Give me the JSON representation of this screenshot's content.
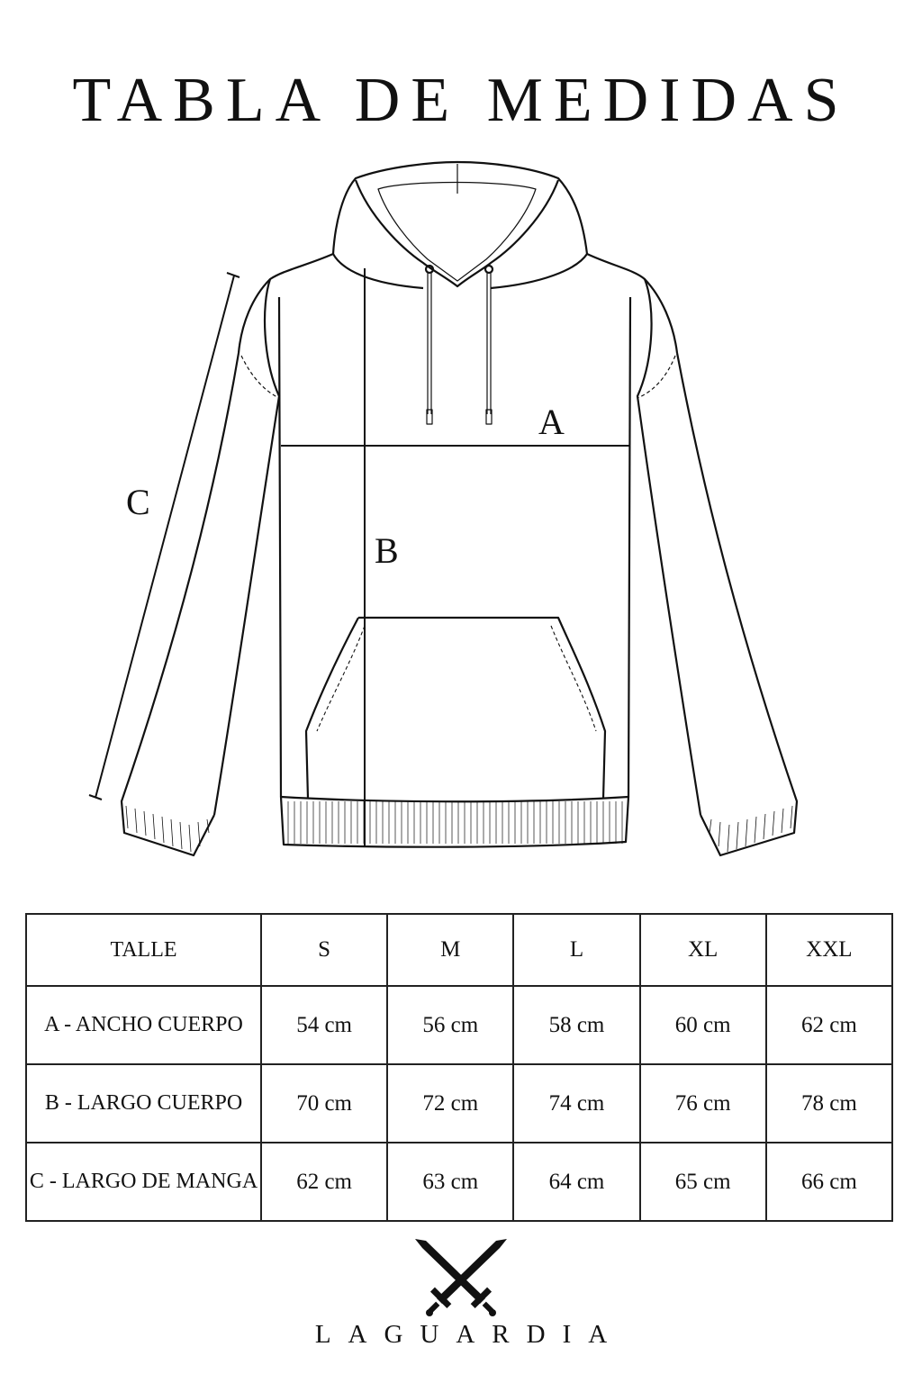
{
  "title": "TABLA DE MEDIDAS",
  "diagram": {
    "label_a": "A",
    "label_b": "B",
    "label_c": "C"
  },
  "table": {
    "header": [
      "TALLE",
      "S",
      "M",
      "L",
      "XL",
      "XXL"
    ],
    "rows": [
      [
        "A - ANCHO CUERPO",
        "54 cm",
        "56 cm",
        "58 cm",
        "60 cm",
        "62 cm"
      ],
      [
        "B - LARGO CUERPO",
        "70 cm",
        "72 cm",
        "74 cm",
        "76 cm",
        "78 cm"
      ],
      [
        "C - LARGO DE MANGA",
        "62 cm",
        "63 cm",
        "64 cm",
        "65 cm",
        "66 cm"
      ]
    ]
  },
  "brand": {
    "name": "LAGUARDIA",
    "logo_icon": "crossed-swords-icon"
  }
}
